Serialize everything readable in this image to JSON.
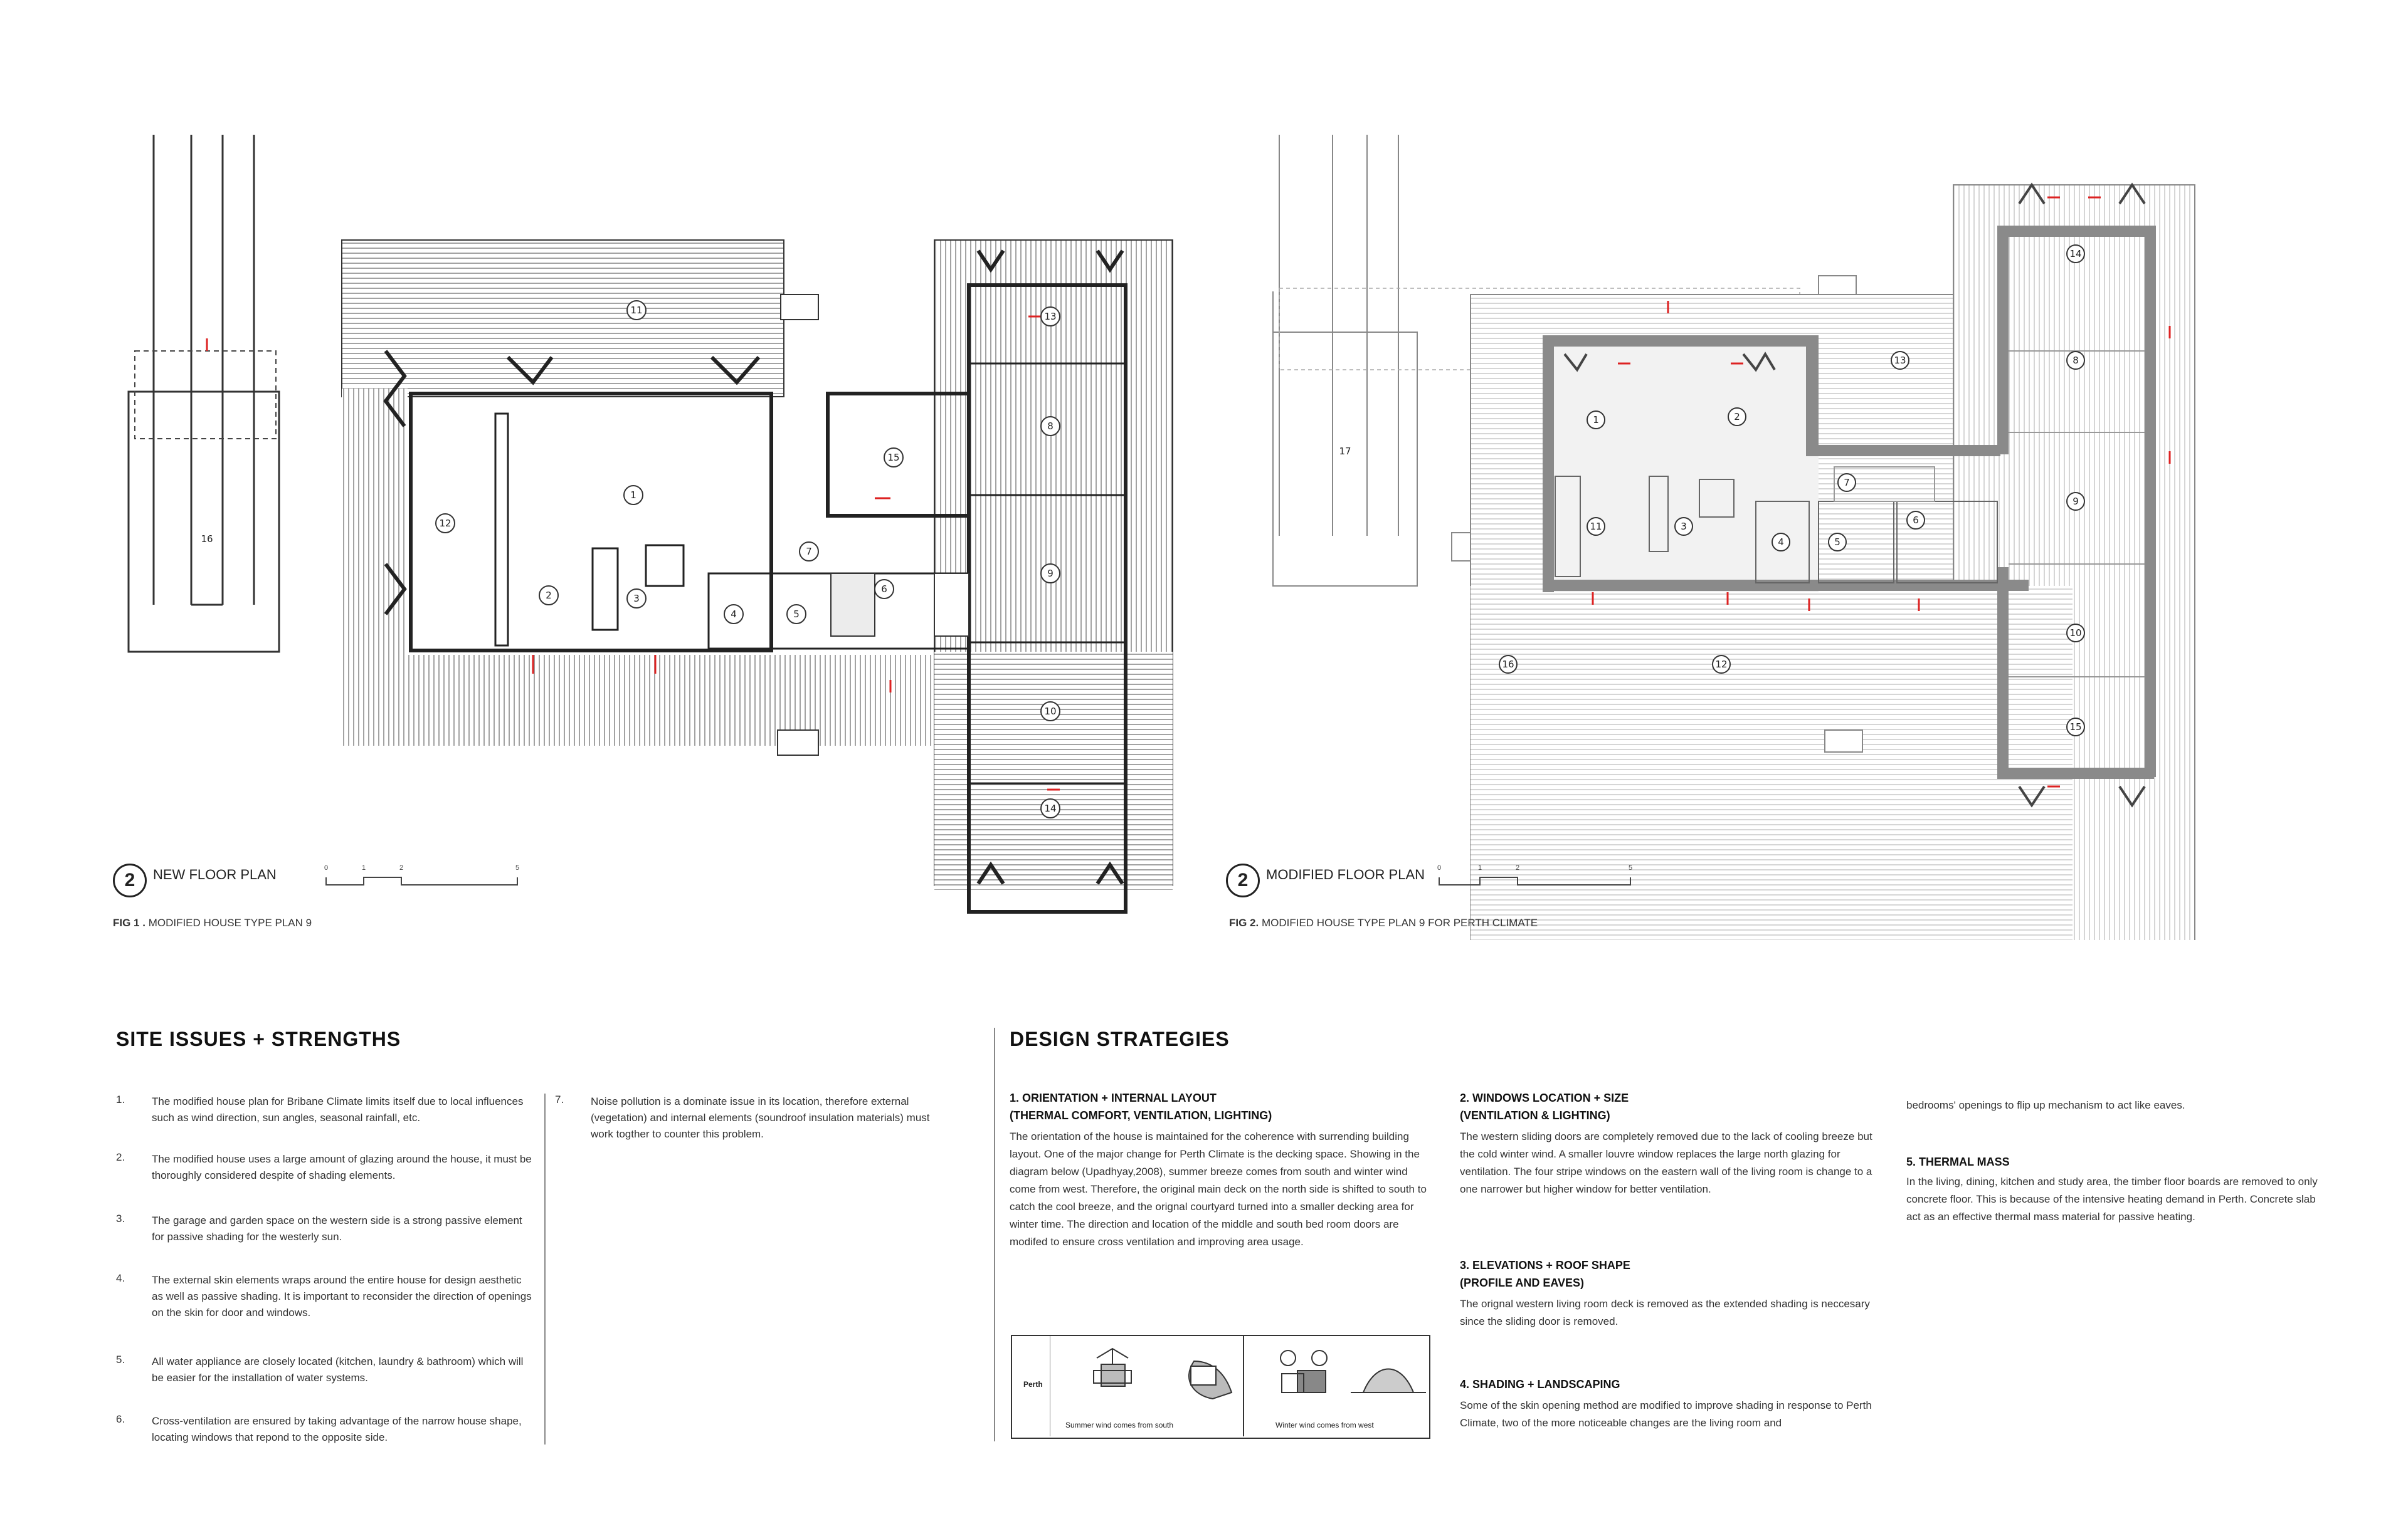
{
  "plan1": {
    "badge": "2",
    "title": "NEW FLOOR PLAN",
    "scale_ticks": [
      "0",
      "1",
      "2",
      "5"
    ],
    "rooms": [
      "1",
      "2",
      "3",
      "4",
      "5",
      "6",
      "7",
      "8",
      "9",
      "10",
      "11",
      "12",
      "13",
      "14",
      "15",
      "16"
    ]
  },
  "plan2": {
    "badge": "2",
    "title": "MODIFIED FLOOR PLAN",
    "scale_ticks": [
      "0",
      "1",
      "2",
      "5"
    ],
    "rooms": [
      "1",
      "2",
      "3",
      "4",
      "5",
      "6",
      "7",
      "8",
      "9",
      "10",
      "11",
      "12",
      "13",
      "14",
      "15",
      "16",
      "17"
    ]
  },
  "fig1": {
    "label": "FIG 1 .",
    "text": " MODIFIED HOUSE TYPE PLAN 9"
  },
  "fig2": {
    "label": "FIG 2.",
    "text": " MODIFIED HOUSE TYPE PLAN 9 FOR PERTH CLIMATE"
  },
  "site": {
    "heading": "SITE  ISSUES + STRENGTHS",
    "items": [
      {
        "num": "1.",
        "text": "The modified house plan for Bribane Climate limits itself due to local influences such as wind direction, sun angles, seasonal rainfall, etc."
      },
      {
        "num": "2.",
        "text": "The modified house uses a large amount of glazing around the house, it must be thoroughly considered despite of shading elements."
      },
      {
        "num": "3.",
        "text": "The garage and garden space on the western side is a strong passive element for passive shading for the westerly sun."
      },
      {
        "num": "4.",
        "text": "The external skin elements wraps around the entire house for design aesthetic as well as passive shading. It is important to reconsider the direction of openings on the skin for door and windows."
      },
      {
        "num": "5.",
        "text": "All water appliance are closely located (kitchen, laundry & bathroom) which will be easier for the installation of water systems."
      },
      {
        "num": "6.",
        "text": "Cross-ventilation are ensured by taking advantage of the narrow house shape, locating windows that repond to the opposite side."
      },
      {
        "num": "7.",
        "text": "Noise pollution is a dominate issue in its location, therefore external (vegetation) and internal elements (soundroof insulation materials) must work togther to counter this problem."
      }
    ]
  },
  "design": {
    "heading": "DESIGN STRATEGIES",
    "s1": {
      "title": "1. ORIENTATION + INTERNAL LAYOUT\n(THERMAL COMFORT, VENTILATION, LIGHTING)",
      "text": "The orientation of the house is maintained for the coherence with surrending building layout. One of the major change for Perth Climate is the decking space. Showing in the diagram below (Upadhyay,2008), summer breeze comes from south and winter wind  come from west. Therefore, the original main deck on the north side is shifted to south to catch the cool breeze, and the orignal courtyard turned into a smaller decking area for winter time. The direction and location of the middle and south bed room doors are modifed to ensure cross ventilation and improving area usage."
    },
    "diagram": {
      "row_label": "Perth",
      "caption_summer": "Summer wind comes from south",
      "caption_winter": "Winter wind comes from west"
    },
    "s2": {
      "title": "2. WINDOWS LOCATION + SIZE\n(VENTILATION & LIGHTING)",
      "text": "The western sliding doors are completely removed due to the lack of cooling breeze but the cold winter wind. A smaller louvre window replaces the large north glazing for ventilation. The four stripe windows on the eastern wall of the living room is change to a one narrower but higher window for better ventilation."
    },
    "s3": {
      "title": "3. ELEVATIONS + ROOF SHAPE\n(PROFILE AND EAVES)",
      "text": "The orignal western living room deck is removed as the extended shading is neccesary since the sliding door is removed."
    },
    "s4": {
      "title": "4. SHADING + LANDSCAPING",
      "text": "Some of the skin opening method are modified to improve shading in response to Perth Climate, two of the more noticeable changes are the living room and"
    },
    "s4_cont": "bedrooms' openings to flip up mechanism to act like eaves.",
    "s5": {
      "title": "5. THERMAL MASS",
      "text": "In the living, dining, kitchen and study area, the timber floor boards are removed to only concrete floor. This is because of the intensive heating demand in Perth. Concrete slab act as an effective thermal mass material for passive heating."
    }
  },
  "colors": {
    "accent_red": "#d22222",
    "wall_grey": "#8a8a8a",
    "hatch": "#9a9a9a"
  }
}
